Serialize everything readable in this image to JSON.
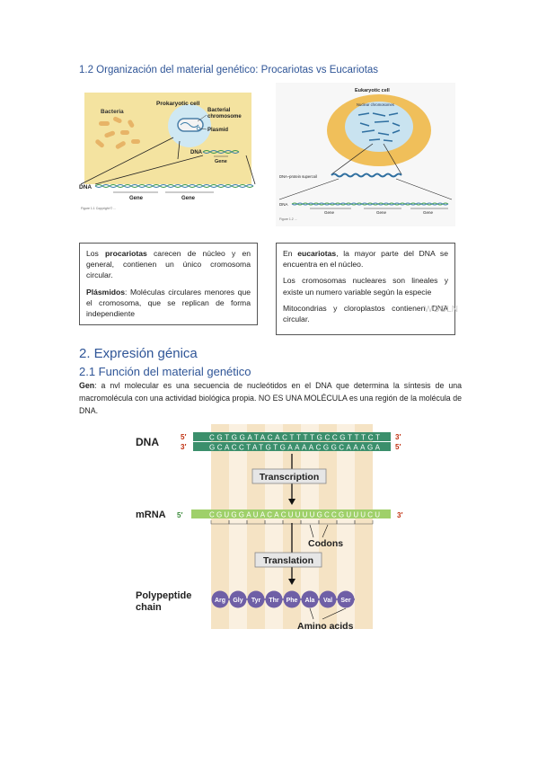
{
  "section_1_2": {
    "heading": "1.2 Organización del material genético: Procariotas vs Eucariotas"
  },
  "prok_figure": {
    "title": "Prokaryotic cell",
    "bacteria": "Bacteria",
    "bacterial_chromosome": "Bacterial\nchromosome",
    "plasmid": "Plasmid",
    "dna_small": "DNA",
    "gene_small": "Gene",
    "dna_large": "DNA",
    "gene_1": "Gene",
    "gene_2": "Gene",
    "caption": "Figure 1.1 Copyright © ..."
  },
  "euk_figure": {
    "title": "Eukaryotic cell",
    "nuclear_chromosomes": "Nuclear chromosomes",
    "dna_protein": "DNA–protein supercoil",
    "dna": "DNA",
    "gene_1": "Gene",
    "gene_2": "Gene",
    "gene_3": "Gene",
    "caption": "Figure 1.2 ..."
  },
  "prok_box": {
    "p1_pre": "Los ",
    "p1_bold": "procariotas",
    "p1_post": " carecen de núcleo y en general, contienen un único cromosoma circular.",
    "p2_bold": "Plásmidos",
    "p2_post": ": Moléculas circulares menores que el cromosoma, que se replican de forma independiente"
  },
  "euk_box": {
    "p1_pre": "En ",
    "p1_bold": "eucariotas",
    "p1_post": ", la mayor parte del DNA se encuentra en el núcleo.",
    "p2": "Los cromosomas nucleares son lineales y existe un numero variable según la especie",
    "p3": "Mitocondrias y cloroplastos contienen DNA circular.",
    "watermark": "WOOLN"
  },
  "section_2": {
    "heading": "2. Expresión génica"
  },
  "section_2_1": {
    "heading": "2.1 Función del material genético"
  },
  "gen_paragraph": {
    "bold": "Gen",
    "text": ": a nvl molecular es una secuencia de nucleótidos en el DNA que determina la síntesis de una macromolécula con una actividad biológica propia. NO ES UNA MOLÉCULA es una región de la molécula de DNA."
  },
  "expression_figure": {
    "dna_label": "DNA",
    "strand_top": "CGTGGATACACTTTTGCCGTTTCT",
    "strand_bottom": "GCACCTATGTGAAAACGGCAAAGA",
    "five_prime": "5′",
    "three_prime": "3′",
    "transcription": "Transcription",
    "mrna_label": "mRNA",
    "mrna_seq": "CGUGGAUACACUUUUGCCGUUUCU",
    "codons": "Codons",
    "translation": "Translation",
    "polypeptide": "Polypeptide\nchain",
    "amino_acids_label": "Amino acids",
    "amino_acids": [
      "Arg",
      "Gly",
      "Tyr",
      "Thr",
      "Phe",
      "Ala",
      "Val",
      "Ser"
    ]
  }
}
